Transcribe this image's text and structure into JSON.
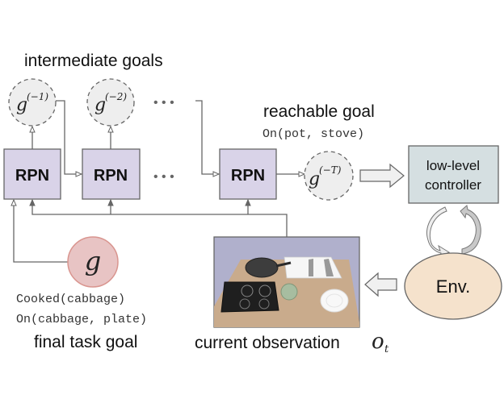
{
  "labels": {
    "intermediate_goals": "intermediate goals",
    "reachable_goal": "reachable goal",
    "reachable_goal_predicate": "On(pot, stove)",
    "final_task_goal": "final task goal",
    "final_goal_predicates": [
      "Cooked(cabbage)",
      "On(cabbage, plate)"
    ],
    "current_observation": "current observation",
    "observation_symbol": "o",
    "observation_subscript": "t"
  },
  "rpn_blocks": [
    {
      "label": "RPN"
    },
    {
      "label": "RPN"
    },
    {
      "label": "RPN"
    }
  ],
  "intermediate_goal_nodes": [
    {
      "base": "g",
      "superscript": "(−1)"
    },
    {
      "base": "g",
      "superscript": "(−2)"
    }
  ],
  "reachable_goal_node": {
    "base": "g",
    "superscript": "(−T)"
  },
  "final_goal_node": {
    "base": "g"
  },
  "ellipsis": "• • •",
  "controller": {
    "line1": "low-level",
    "line2": "controller"
  },
  "environment": {
    "label": "Env."
  },
  "colors": {
    "rpn_fill": "#d9d3e8",
    "goal_fill": "#eeeeee",
    "final_goal_fill": "#e8c4c4",
    "final_goal_stroke": "#d9958f",
    "controller_fill": "#d5dfe1",
    "env_fill": "#f5e2cc",
    "edge": "#666666"
  }
}
